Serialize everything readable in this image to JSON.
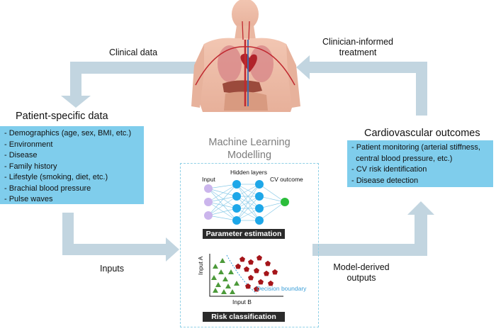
{
  "labels": {
    "clinical_data": "Clinical data",
    "clinician_treatment": "Clinician-informed treatment",
    "inputs": "Inputs",
    "model_outputs": "Model-derived outputs"
  },
  "patient_box": {
    "title": "Patient-specific data",
    "items": [
      "- Demographics (age, sex, BMI, etc.)",
      "- Environment",
      "- Disease",
      "- Family history",
      "- Lifestyle (smoking, diet, etc.)",
      "- Brachial blood pressure",
      "- Pulse waves"
    ]
  },
  "cv_box": {
    "title": "Cardiovascular outcomes",
    "items": [
      "- Patient monitoring (arterial stiffness,",
      "  central blood pressure, etc.)",
      "- CV risk identification",
      "- Disease detection"
    ]
  },
  "ml": {
    "title_line1": "Machine Learning",
    "title_line2": "Modelling",
    "nn": {
      "input_label": "Input",
      "hidden_label": "Hidden layers",
      "output_label": "CV outcome",
      "caption": "Parameter estimation"
    },
    "scatter": {
      "y_label": "Input A",
      "x_label": "Input B",
      "boundary_label": "Decision boundary",
      "caption": "Risk classification"
    }
  },
  "colors": {
    "box_fill": "#7fcdec",
    "arrow": "#c2d5e0",
    "input_node": "#cbb5ec",
    "hidden_node": "#1ea7e8",
    "output_node": "#2bbd3a",
    "triangle": "#4c9a3a",
    "pentagon": "#a5151a",
    "boundary": "#3a9ed8"
  }
}
